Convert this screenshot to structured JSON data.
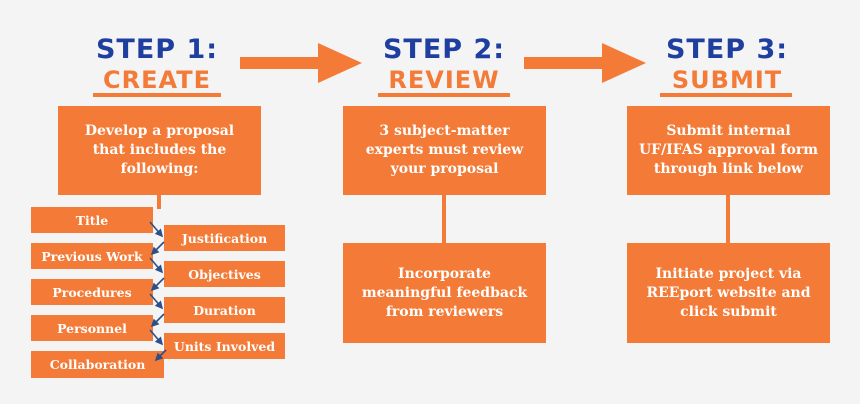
{
  "colors": {
    "accent": "#f37b37",
    "heading": "#1f3fa0",
    "background": "#f4f4f4",
    "arrow": "#2a4f8a"
  },
  "steps": [
    {
      "number": "STEP 1:",
      "word": "CREATE",
      "box_text": "Develop a proposal\nthat includes the\nfollowing:"
    },
    {
      "number": "STEP 2:",
      "word": "REVIEW",
      "box_text": "3 subject-matter\nexperts must review\nyour proposal",
      "box2_text": "Incorporate\nmeaningful feedback\nfrom reviewers"
    },
    {
      "number": "STEP 3:",
      "word": "SUBMIT",
      "box_text": "Submit internal\nUF/IFAS approval form\nthrough link below",
      "box2_text": "Initiate project via\nREEport website and\nclick submit"
    }
  ],
  "proposal_items": [
    "Title",
    "Justification",
    "Previous Work",
    "Objectives",
    "Procedures",
    "Duration",
    "Personnel",
    "Units Involved",
    "Collaboration"
  ]
}
